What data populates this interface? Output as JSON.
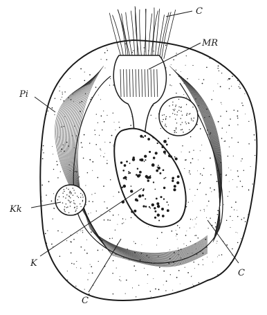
{
  "figure": {
    "labels": {
      "c_top": "C",
      "mr": "MR",
      "pi": "Pi",
      "kk": "Kk",
      "k": "K",
      "c_bottom": "C",
      "c_right": "C"
    },
    "colors": {
      "ink": "#1b1b1b",
      "paper": "#ffffff"
    }
  }
}
